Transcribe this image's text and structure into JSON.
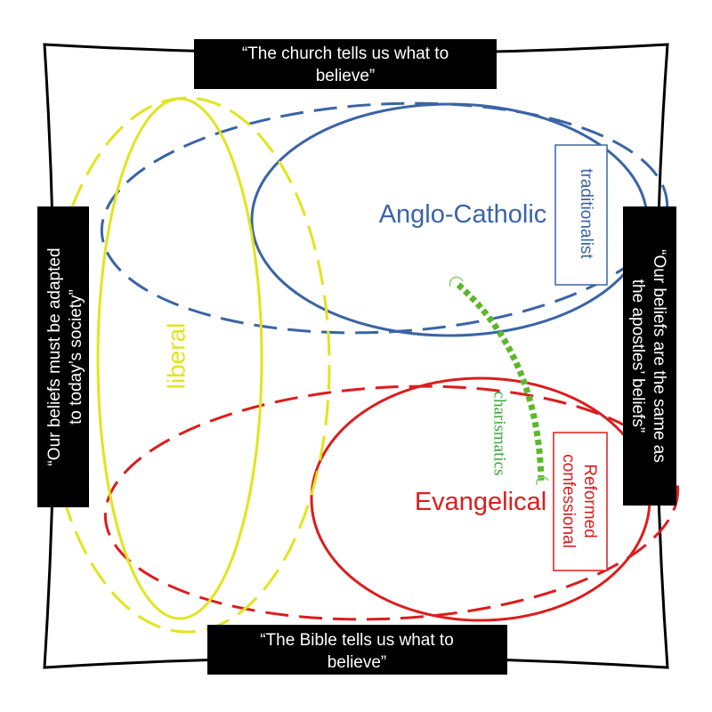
{
  "axes": {
    "top": [
      "“The church tells us what to",
      "believe”"
    ],
    "bottom": [
      "“The Bible tells us what to",
      "believe”"
    ],
    "left": [
      "“Our beliefs must be adapted",
      "to today’s society”"
    ],
    "right": [
      "“Our beliefs are the same as",
      "the apostles’ beliefs”"
    ]
  },
  "groups": {
    "anglo_catholic": "Anglo-Catholic",
    "evangelical": "Evangelical",
    "liberal": "liberal",
    "traditionalist": "traditionalist",
    "reformed": [
      "Reformed",
      "confessional"
    ],
    "charismatics": "charismatics"
  },
  "colors": {
    "blue": "#3a64a6",
    "red": "#dd1c1c",
    "yellow": "#e2e41c",
    "green": "#5cb82a",
    "frame": "#000000"
  }
}
